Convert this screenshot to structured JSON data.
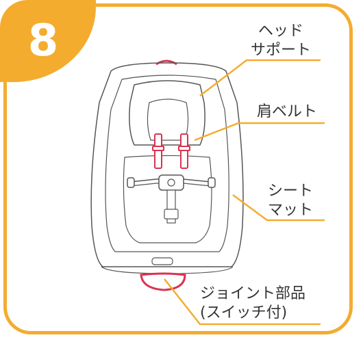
{
  "badge": {
    "number": "8"
  },
  "labels": {
    "headrest": [
      "ヘッド",
      "サポート"
    ],
    "shoulder_belt": "肩ベルト",
    "seat_mat": [
      "シート",
      "マット"
    ],
    "joint_part": [
      "ジョイント部品",
      "(スイッチ付)"
    ]
  },
  "colors": {
    "accent": "#f4ac2f",
    "harness_red": "#d9334f",
    "line": "#555555"
  }
}
